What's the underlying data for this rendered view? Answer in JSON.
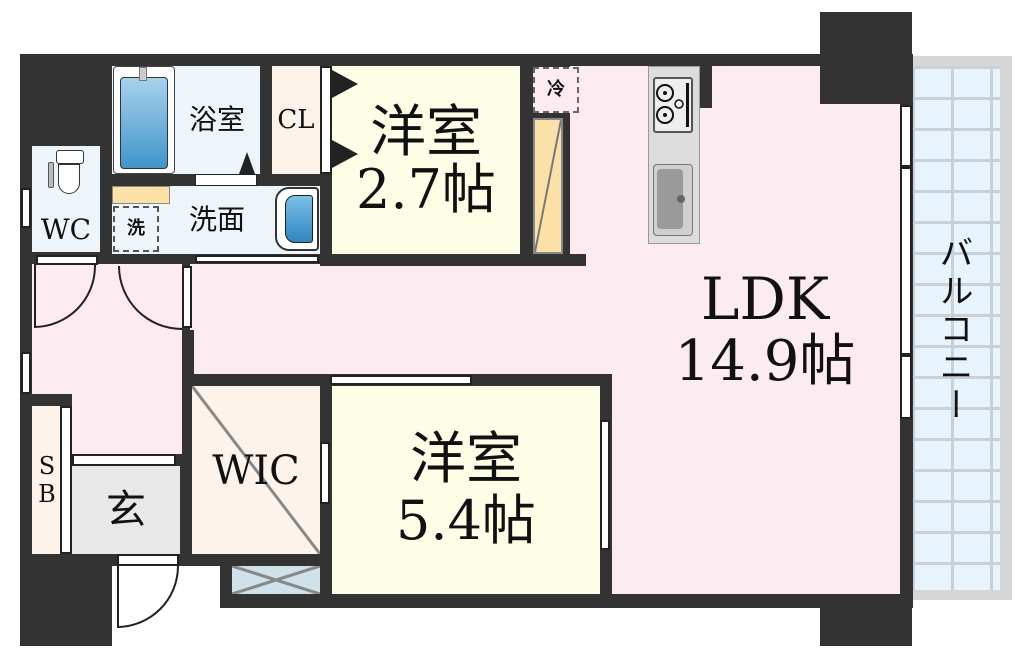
{
  "floorplan": {
    "rooms": {
      "bath": {
        "label": "浴室"
      },
      "closet": {
        "label": "CL"
      },
      "western_small": {
        "label": "洋室",
        "size": "2.7帖"
      },
      "refrigerator": {
        "label": "冷"
      },
      "wc": {
        "label": "WC"
      },
      "washroom": {
        "label": "洗面"
      },
      "washer": {
        "label": "洗"
      },
      "ldk": {
        "label": "LDK",
        "size": "14.9帖"
      },
      "balcony": {
        "label": "バルコニー"
      },
      "shoe_box": {
        "label": "SB"
      },
      "entrance": {
        "label": "玄"
      },
      "wic": {
        "label": "WIC"
      },
      "western_large": {
        "label": "洋室",
        "size": "5.4帖"
      }
    },
    "colors": {
      "wall": "#333333",
      "ldk": "#fdebf2",
      "western": "#fefde6",
      "storage": "#fdf3ea",
      "wet_area": "#edf5fb",
      "entrance": "#e8e8e8",
      "balcony": "#e8f4fd",
      "balcony_frame": "#d6d6d6"
    }
  }
}
